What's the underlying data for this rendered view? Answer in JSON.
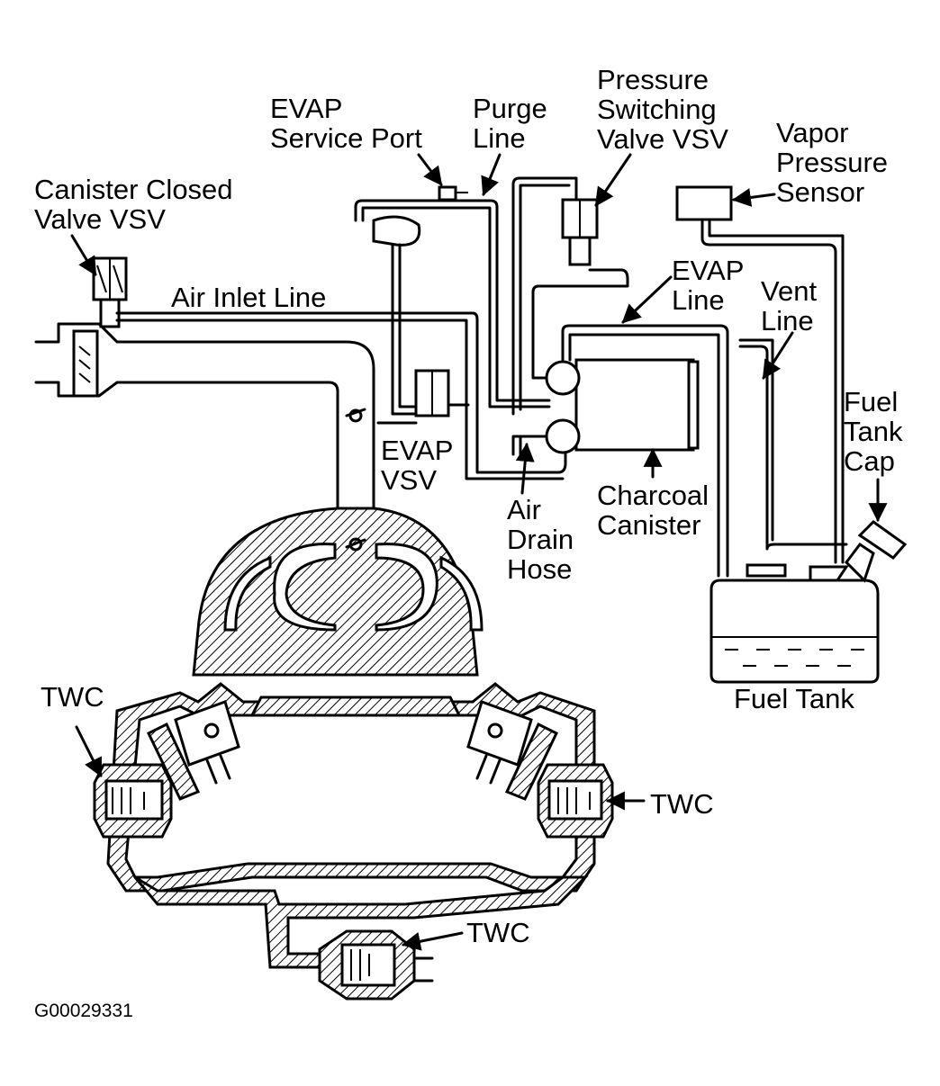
{
  "labels": {
    "evap_service_port": [
      "EVAP",
      "Service Port"
    ],
    "purge_line": [
      "Purge",
      "Line"
    ],
    "pressure_switching_valve": [
      "Pressure",
      "Switching",
      "Valve VSV"
    ],
    "vapor_pressure_sensor": [
      "Vapor",
      "Pressure",
      "Sensor"
    ],
    "canister_closed_valve": [
      "Canister Closed",
      "Valve VSV"
    ],
    "air_inlet_line": "Air Inlet Line",
    "evap_line": [
      "EVAP",
      "Line"
    ],
    "vent_line": [
      "Vent",
      "Line"
    ],
    "fuel_tank_cap": [
      "Fuel",
      "Tank",
      "Cap"
    ],
    "evap_vsv": [
      "EVAP",
      "VSV"
    ],
    "air_drain_hose": [
      "Air",
      "Drain",
      "Hose"
    ],
    "charcoal_canister": [
      "Charcoal",
      "Canister"
    ],
    "fuel_tank": "Fuel Tank",
    "twc_left": "TWC",
    "twc_right": "TWC",
    "twc_bottom": "TWC"
  },
  "figure_code": "G00029331"
}
